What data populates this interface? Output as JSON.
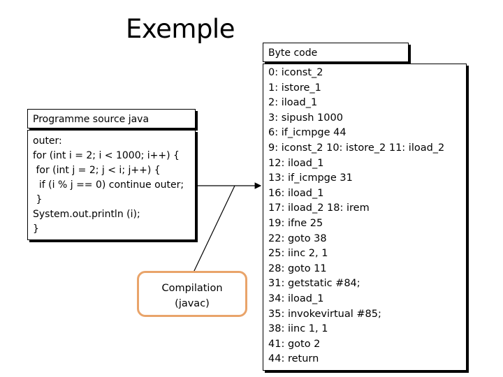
{
  "title": "Exemple",
  "source": {
    "header": "Programme source java",
    "lines": [
      "outer:",
      "for (int i = 2; i < 1000; i++) {",
      " for (int j = 2; j < i; j++) {",
      "  if (i % j == 0) continue outer;",
      " }",
      "System.out.println (i);",
      "}"
    ]
  },
  "bytecode": {
    "header": "Byte code",
    "lines": [
      "0: iconst_2",
      "1: istore_1",
      "2: iload_1",
      "3: sipush 1000",
      "6: if_icmpge 44",
      "9: iconst_2 10: istore_2 11: iload_2",
      "12: iload_1",
      "13: if_icmpge 31",
      "16: iload_1",
      "17: iload_2 18: irem",
      "19: ifne 25",
      "22: goto 38",
      "25: iinc 2, 1",
      "28: goto 11",
      "31: getstatic #84;",
      "34: iload_1",
      "35: invokevirtual #85;",
      "38: iinc 1, 1",
      "41: goto 2",
      "44: return"
    ]
  },
  "compilation": {
    "line1": "Compilation",
    "line2": "(javac)"
  },
  "colors": {
    "compilation_border": "#e9a46a"
  }
}
